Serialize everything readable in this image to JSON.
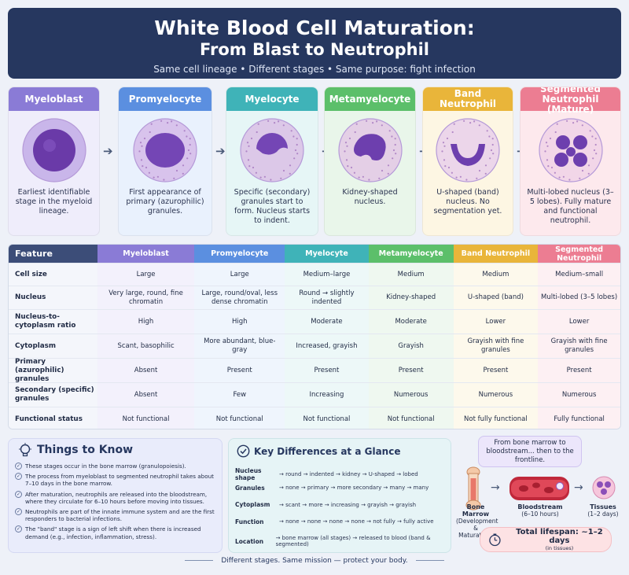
{
  "header": {
    "title_line1": "White Blood Cell Maturation:",
    "title_line2": "From Blast to Neutrophil",
    "subtitle": "Same cell lineage  •  Different stages  •  Same purpose: fight infection"
  },
  "colors": {
    "myeloblast": "#8a7bd6",
    "promyelocyte": "#5b8fe0",
    "myelocyte": "#3fb3b8",
    "metamyelocyte": "#5cbf6a",
    "band": "#e9b53a",
    "segmented": "#ec7d92",
    "header_bg": "#26375f"
  },
  "stages": [
    {
      "name": "Myeloblast",
      "desc": "Earliest identifiable stage in the myeloid lineage."
    },
    {
      "name": "Promyelocyte",
      "desc": "First appearance of primary (azurophilic) granules."
    },
    {
      "name": "Myelocyte",
      "desc": "Specific (secondary) granules start to form. Nucleus starts to indent."
    },
    {
      "name": "Metamyelocyte",
      "desc": "Kidney-shaped nucleus."
    },
    {
      "name": "Band Neutrophil",
      "desc": "U-shaped (band) nucleus. No segmentation yet."
    },
    {
      "name": "Segmented Neutrophil (Mature)",
      "desc": "Multi-lobed nucleus (3–5 lobes). Fully mature and functional neutrophil."
    }
  ],
  "table": {
    "headers": [
      "Feature",
      "Myeloblast",
      "Promyelocyte",
      "Myelocyte",
      "Metamyelocyte",
      "Band Neutrophil",
      "Segmented Neutrophil"
    ],
    "rows": [
      [
        "Cell size",
        "Large",
        "Large",
        "Medium–large",
        "Medium",
        "Medium",
        "Medium–small"
      ],
      [
        "Nucleus",
        "Very large, round, fine chromatin",
        "Large, round/oval, less dense chromatin",
        "Round → slightly indented",
        "Kidney-shaped",
        "U-shaped (band)",
        "Multi-lobed (3–5 lobes)"
      ],
      [
        "Nucleus-to-cytoplasm ratio",
        "High",
        "High",
        "Moderate",
        "Moderate",
        "Lower",
        "Lower"
      ],
      [
        "Cytoplasm",
        "Scant, basophilic",
        "More abundant, blue-gray",
        "Increased, grayish",
        "Grayish",
        "Grayish with fine granules",
        "Grayish with fine granules"
      ],
      [
        "Primary (azurophilic) granules",
        "Absent",
        "Present",
        "Present",
        "Present",
        "Present",
        "Present"
      ],
      [
        "Secondary (specific) granules",
        "Absent",
        "Few",
        "Increasing",
        "Numerous",
        "Numerous",
        "Numerous"
      ],
      [
        "Functional status",
        "Not functional",
        "Not functional",
        "Not functional",
        "Not functional",
        "Not fully functional",
        "Fully functional"
      ]
    ]
  },
  "things": {
    "title": "Things to Know",
    "items": [
      "These stages occur in the bone marrow (granulopoiesis).",
      "The process from myeloblast to segmented neutrophil takes about 7–10 days in the bone marrow.",
      "After maturation, neutrophils are released into the bloodstream, where they circulate for 6–10 hours before moving into tissues.",
      "Neutrophils are part of the innate immune system and are the first responders to bacterial infections.",
      "The \"band\" stage is a sign of left shift when there is increased demand (e.g., infection, inflammation, stress)."
    ]
  },
  "keydiff": {
    "title": "Key Differences at a Glance",
    "rows": [
      {
        "label": "Nucleus shape",
        "steps": "→ round  →  indented  →  kidney  →  U-shaped  →  lobed"
      },
      {
        "label": "Granules",
        "steps": "→ none  →  primary  →  more secondary  →  many  →  many"
      },
      {
        "label": "Cytoplasm",
        "steps": "→ scant  →  more  →  increasing  →  grayish  →  grayish"
      },
      {
        "label": "Function",
        "steps": "→ none  →  none  →  none  →  none  →  not fully  →  fully active"
      },
      {
        "label": "Location",
        "steps": "→ bone marrow (all stages)  →  released to blood (band & segmented)"
      }
    ]
  },
  "journey": {
    "bubble": "From bone marrow to bloodstream... then to the frontline.",
    "bone_label": "Bone Marrow",
    "bone_sub": "(Development & Maturation)",
    "blood_label": "Bloodstream",
    "blood_sub": "(6–10 hours)",
    "tissue_label": "Tissues",
    "tissue_sub": "(1–2 days)",
    "lifespan": "Total lifespan: ~1–2 days",
    "lifespan_sub": "(in tissues)"
  },
  "footer": "Different stages. Same mission — protect your body."
}
